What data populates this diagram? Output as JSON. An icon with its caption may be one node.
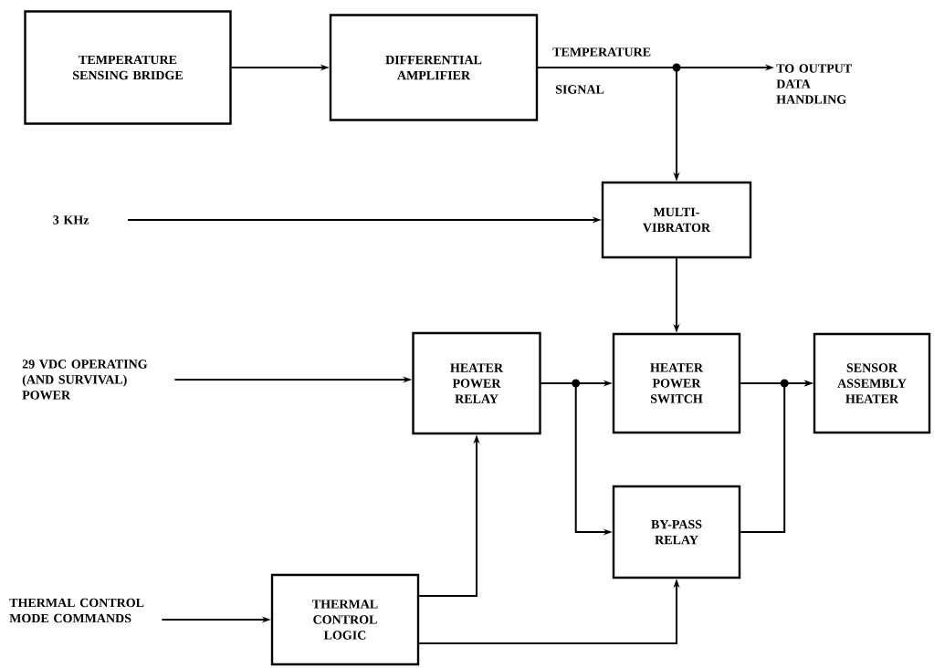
{
  "diagram": {
    "nodes": [
      {
        "text": [
          "TEMPERATURE SENSING BRIDGE"
        ]
      },
      {
        "text": [
          "DIFFERENTIAL AMPLIFIER"
        ]
      },
      {
        "text": [
          "TO OUTPUT DATA HANDLING"
        ]
      },
      {
        "text": [
          "3 KHz"
        ]
      },
      {
        "text": [
          "MULTI-VIBRATOR"
        ]
      },
      {
        "text": [
          "29 VDC OPERATING (AND SURVIVAL) POWER"
        ]
      },
      {
        "text": [
          "HEATER POWER RELAY"
        ]
      },
      {
        "text": [
          "HEATER POWER SWITCH"
        ]
      },
      {
        "text": [
          "SENSOR ASSEMBLY HEATER"
        ]
      },
      {
        "text": [
          "BY-PASS RELAY"
        ]
      },
      {
        "text": [
          "THERMAL CONTROL MODE COMMANDS"
        ]
      },
      {
        "text": [
          "THERMAL CONTROL LOGIC"
        ]
      }
    ],
    "edges": [
      {
        "from": 0,
        "to": 1,
        "arrow": "to"
      },
      {
        "from": 1,
        "to": 2,
        "arrow": "to"
      },
      {
        "from": 1,
        "to": 4,
        "arrow": "to"
      },
      {
        "from": 3,
        "to": 4,
        "arrow": "to"
      },
      {
        "from": 4,
        "to": 7,
        "arrow": "to"
      },
      {
        "from": 5,
        "to": 6,
        "arrow": "to"
      },
      {
        "from": 6,
        "to": 7,
        "arrow": "to"
      },
      {
        "from": 6,
        "to": 9,
        "arrow": "to"
      },
      {
        "from": 7,
        "to": 8,
        "arrow": "to"
      },
      {
        "from": 9,
        "to": 8,
        "arrow": "to"
      },
      {
        "from": 10,
        "to": 11,
        "arrow": "to"
      },
      {
        "from": 11,
        "to": 6,
        "arrow": "to"
      },
      {
        "from": 11,
        "to": 9,
        "arrow": "to"
      }
    ],
    "labels": [
      "TEMPERATURE",
      "SIGNAL"
    ]
  }
}
